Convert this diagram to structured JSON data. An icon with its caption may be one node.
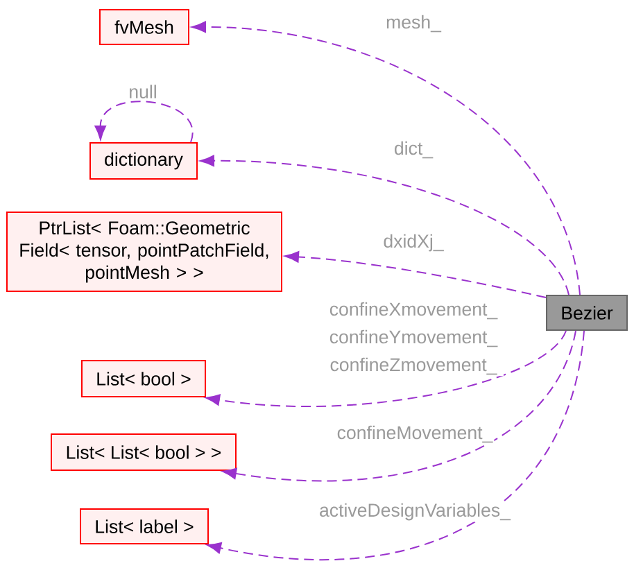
{
  "diagram": {
    "nodes": [
      {
        "text": [
          "fvMesh"
        ]
      },
      {
        "text": [
          "dictionary"
        ]
      },
      {
        "text": [
          "PtrList< Foam::Geometric Field< tensor, pointPatchField, pointMesh > >"
        ]
      },
      {
        "text": [
          "Bezier"
        ]
      },
      {
        "text": [
          "List< bool >"
        ]
      },
      {
        "text": [
          "List< List< bool > >"
        ]
      },
      {
        "text": [
          "List< label >"
        ]
      }
    ],
    "edges": [
      {
        "from": 3,
        "to": 0,
        "arrow": "to",
        "label": "mesh_",
        "style": "dashed"
      },
      {
        "from": 1,
        "to": 1,
        "arrow": "to",
        "label": "null",
        "style": "dashed"
      },
      {
        "from": 3,
        "to": 1,
        "arrow": "to",
        "label": "dict_",
        "style": "dashed"
      },
      {
        "from": 3,
        "to": 2,
        "arrow": "to",
        "label": "dxidXj_",
        "style": "dashed"
      },
      {
        "from": 3,
        "to": 4,
        "arrow": "to",
        "label": "confineXmovement_ confineYmovement_ confineZmovement_",
        "style": "dashed"
      },
      {
        "from": 3,
        "to": 5,
        "arrow": "to",
        "label": "confineMovement_",
        "style": "dashed"
      },
      {
        "from": 3,
        "to": 6,
        "arrow": "to",
        "label": "activeDesignVariables_",
        "style": "dashed"
      }
    ]
  }
}
